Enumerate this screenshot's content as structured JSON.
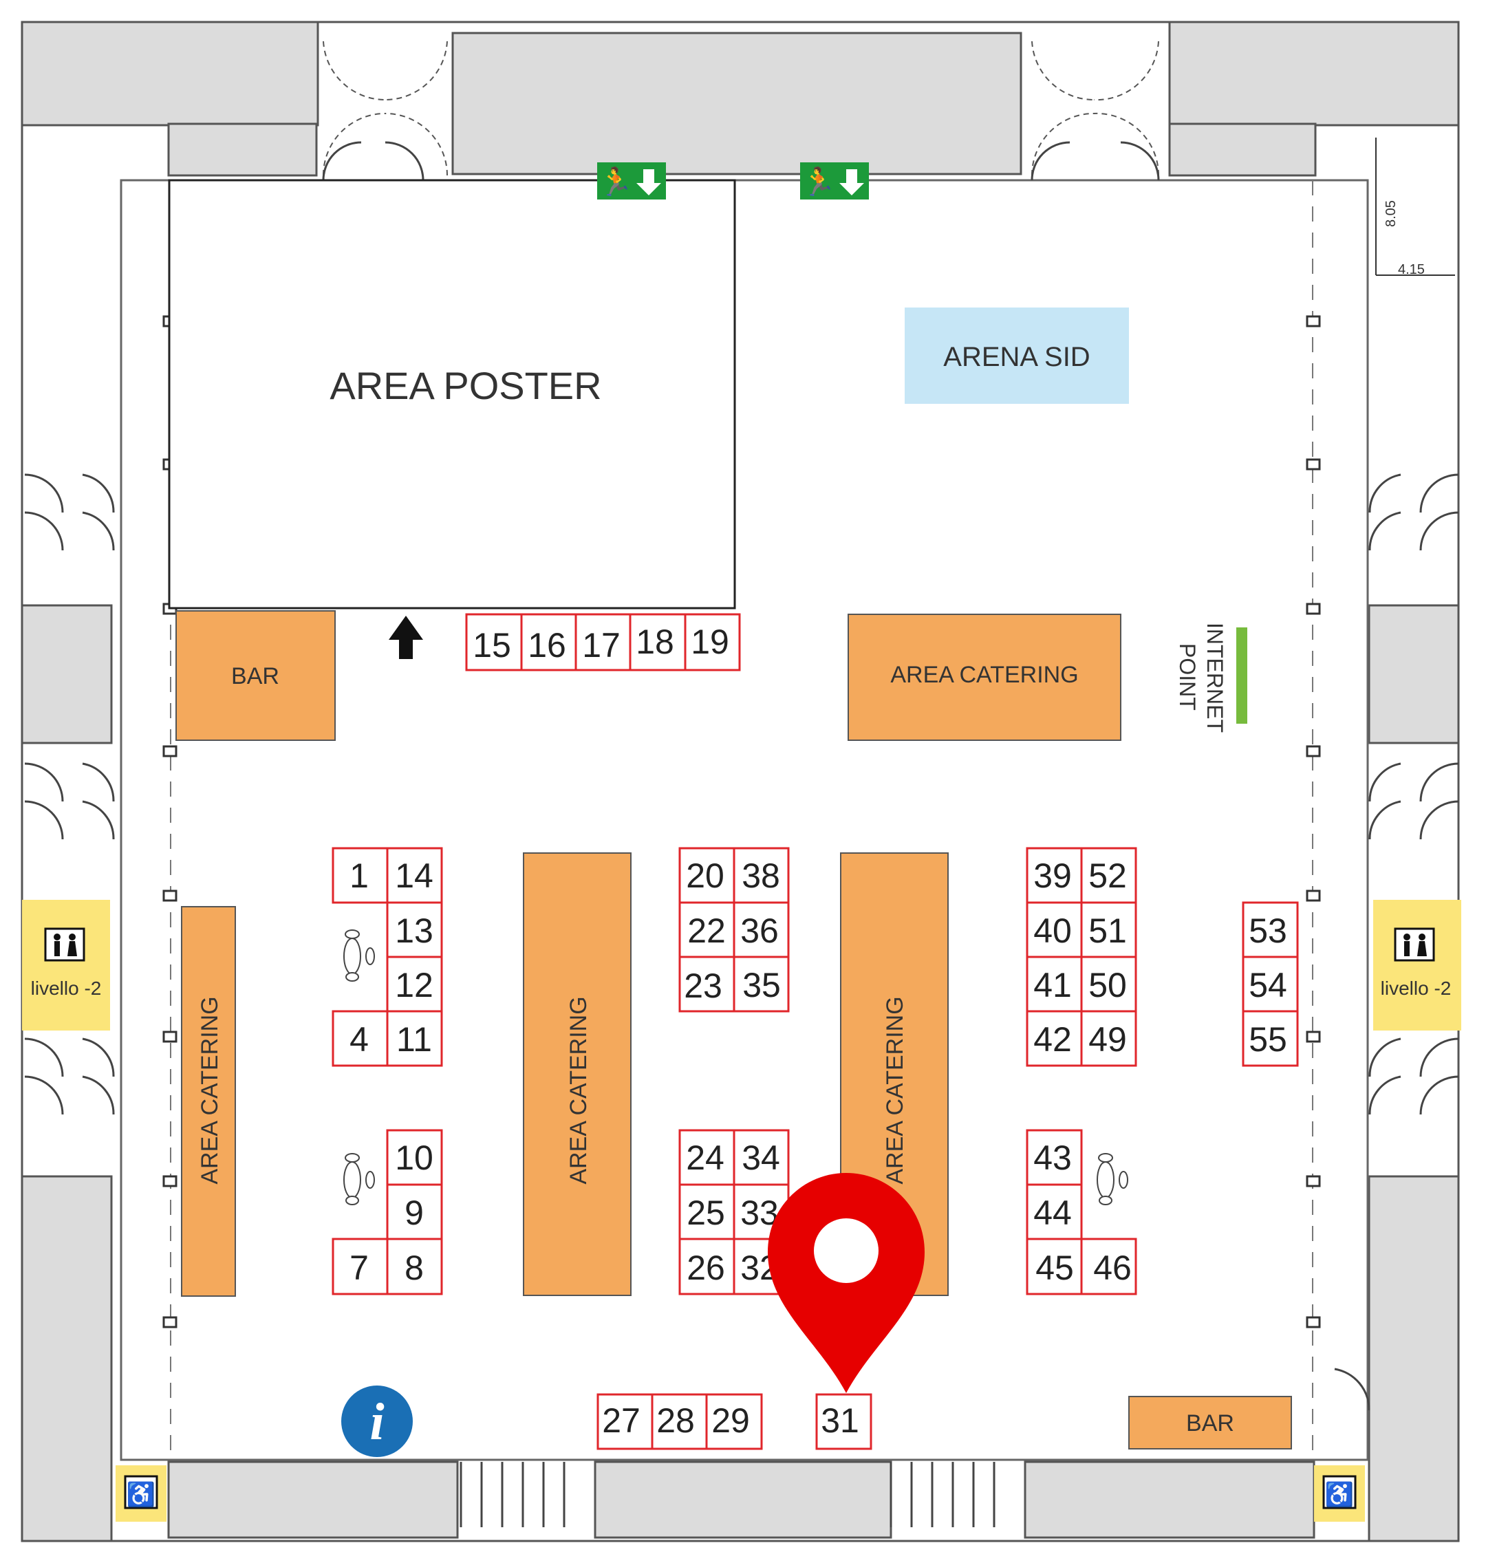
{
  "map": {
    "areas": {
      "poster": "AREA POSTER",
      "arena_sid": "ARENA SID",
      "bar_left": "BAR",
      "bar_bottom": "BAR",
      "catering_top": "AREA CATERING",
      "catering_left": "AREA CATERING",
      "catering_center": "AREA CATERING",
      "catering_right": "AREA CATERING",
      "internet_point_line1": "INTERNET",
      "internet_point_line2": "POINT",
      "restroom_left": "livello -2",
      "restroom_right": "livello -2"
    },
    "dimensions": {
      "height_label": "8.05",
      "width_label": "4.15"
    },
    "booths": {
      "b1": "1",
      "b4": "4",
      "b7": "7",
      "b8": "8",
      "b9": "9",
      "b10": "10",
      "b11": "11",
      "b12": "12",
      "b13": "13",
      "b14": "14",
      "b15": "15",
      "b16": "16",
      "b17": "17",
      "b18": "18",
      "b19": "19",
      "b20": "20",
      "b22": "22",
      "b23": "23",
      "b24": "24",
      "b25": "25",
      "b26": "26",
      "b27": "27",
      "b28": "28",
      "b29": "29",
      "b31": "31",
      "b32": "32",
      "b33": "33",
      "b34": "34",
      "b35": "35",
      "b36": "36",
      "b38": "38",
      "b39": "39",
      "b40": "40",
      "b41": "41",
      "b42": "42",
      "b43": "43",
      "b44": "44",
      "b45": "45",
      "b46": "46",
      "b49": "49",
      "b50": "50",
      "b51": "51",
      "b52": "52",
      "b53": "53",
      "b54": "54",
      "b55": "55"
    },
    "icons": {
      "marker": "location-pin-icon",
      "info": "info-icon",
      "exit": "emergency-exit-icon",
      "restroom": "restroom-icon",
      "accessible": "wheelchair-icon"
    },
    "colors": {
      "catering": "#f4a95c",
      "arena": "#c6e6f6",
      "restroom": "#fbe57a",
      "booth_border": "#e0262b",
      "marker": "#e60000",
      "exit_green": "#1c9a3a",
      "info_blue": "#1a6fb5",
      "internet_green": "#77bb3d",
      "wall": "#dcdcdc"
    }
  }
}
